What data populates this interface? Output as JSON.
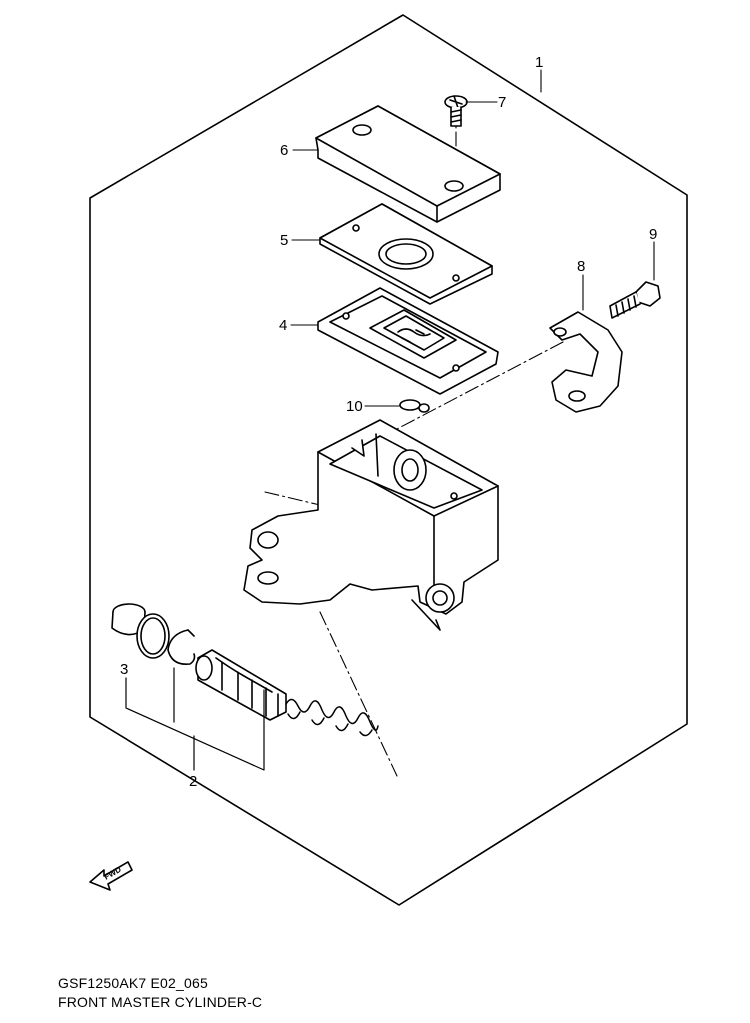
{
  "diagram": {
    "callouts": [
      {
        "id": "1",
        "label": "1"
      },
      {
        "id": "2",
        "label": "2"
      },
      {
        "id": "3",
        "label": "3"
      },
      {
        "id": "4",
        "label": "4"
      },
      {
        "id": "5",
        "label": "5"
      },
      {
        "id": "6",
        "label": "6"
      },
      {
        "id": "7",
        "label": "7"
      },
      {
        "id": "8",
        "label": "8"
      },
      {
        "id": "9",
        "label": "9"
      },
      {
        "id": "10",
        "label": "10"
      }
    ],
    "direction_arrow": {
      "label": "FWD"
    }
  },
  "caption": {
    "code": "GSF1250AK7 E02_065",
    "title": "FRONT MASTER CYLINDER-C"
  }
}
